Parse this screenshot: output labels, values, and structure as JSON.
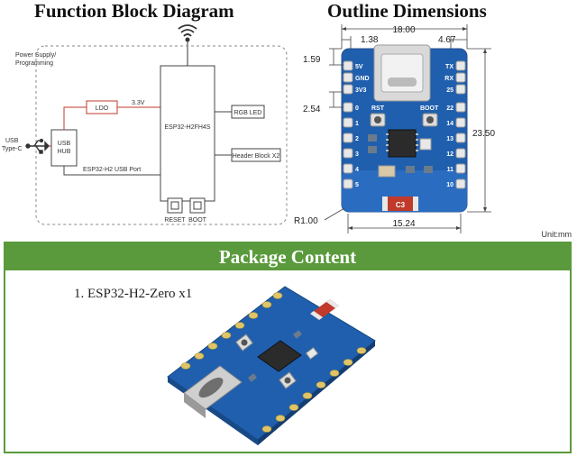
{
  "function_block": {
    "title": "Function Block Diagram",
    "power_label_line1": "Power Supply/",
    "power_label_line2": "Programming",
    "usb_label_line1": "USB",
    "usb_label_line2": "Type-C",
    "usb_hub_line1": "USB",
    "usb_hub_line2": "HUB",
    "ldo": "LDO",
    "voltage": "3.3V",
    "chip": "ESP32-H2FH4S",
    "usb_port": "ESP32-H2 USB Port",
    "rgb_led": "RGB LED",
    "header_block": "Header Block X2",
    "reset": "RESET",
    "boot": "BOOT"
  },
  "outline": {
    "title": "Outline Dimensions",
    "width": "18.00",
    "left_offset": "1.38",
    "right_offset": "4.67",
    "pin_offset": "1.59",
    "pitch": "2.54",
    "height": "23.50",
    "pin_span": "15.24",
    "radius": "R1.00",
    "unit": "Unit:mm",
    "left_pins": [
      "5V",
      "GND",
      "3V3",
      "0",
      "1",
      "2",
      "3",
      "4",
      "5"
    ],
    "right_pins": [
      "TX",
      "RX",
      "25",
      "22",
      "14",
      "13",
      "12",
      "11",
      "10"
    ],
    "rst_label": "RST",
    "boot_label": "BOOT",
    "chip_mark": "C3"
  },
  "package": {
    "title": "Package Content",
    "item": "1. ESP32-H2-Zero x1"
  },
  "colors": {
    "green": "#5a9a3c",
    "pcb_blue": "#1f5fae",
    "red_dim": "#c0392b"
  }
}
